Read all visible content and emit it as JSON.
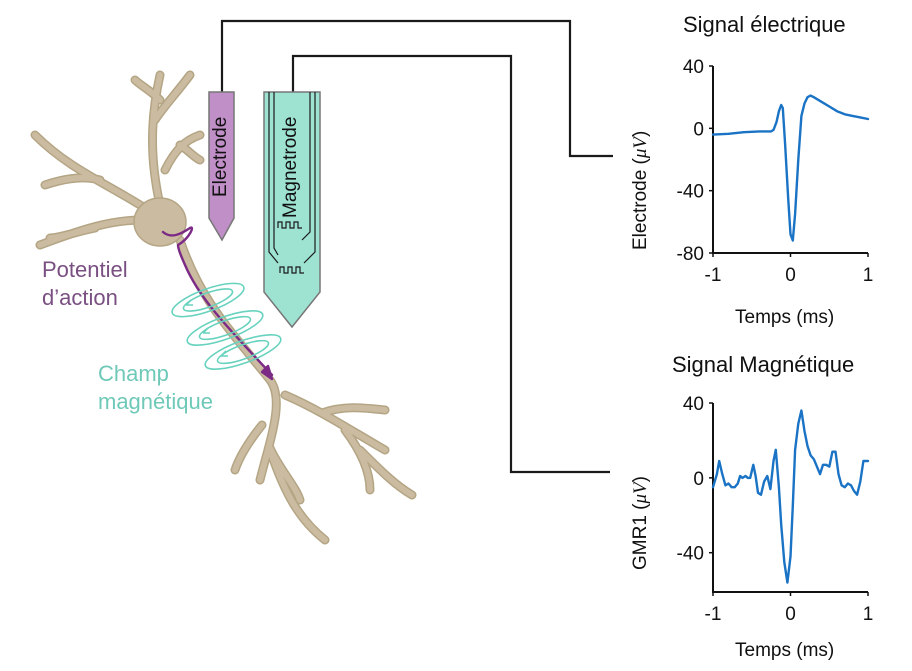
{
  "diagram": {
    "probes": {
      "electrode": {
        "label": "Electrode",
        "color": "#c08fc7"
      },
      "magnetrode": {
        "label": "Magnetrode",
        "color": "#9ee3d2"
      }
    },
    "annotations": {
      "action_potential": [
        "Potentiel",
        "d’action"
      ],
      "magnetic_field": [
        "Champ",
        "magnétique"
      ]
    },
    "colors": {
      "neuron": "#cbbba0",
      "neuron_outline": "#b4a585",
      "action_potential": "#7b2a86",
      "magnetic_field": "#67d2bd",
      "wire": "#1a1a1a",
      "signal_trace": "#1a73c4"
    }
  },
  "chart_data": [
    {
      "type": "line",
      "title": "Signal électrique",
      "xlabel": "Temps (ms)",
      "ylabel": "Electrode",
      "ylabel_unit": "μV",
      "xlim": [
        -1,
        1
      ],
      "ylim": [
        -80,
        40
      ],
      "xticks": [
        "-1",
        "0",
        "1"
      ],
      "yticks": [
        "40",
        "0",
        "-40",
        "-80"
      ],
      "ytick_values": [
        40,
        0,
        -40,
        -80
      ],
      "xtick_values": [
        -1,
        0,
        1
      ],
      "series": [
        {
          "name": "Electrode",
          "x": [
            -1.0,
            -0.8,
            -0.6,
            -0.4,
            -0.3,
            -0.25,
            -0.22,
            -0.18,
            -0.15,
            -0.12,
            -0.1,
            -0.07,
            -0.03,
            0.0,
            0.03,
            0.06,
            0.1,
            0.14,
            0.18,
            0.22,
            0.26,
            0.3,
            0.4,
            0.5,
            0.6,
            0.7,
            0.8,
            0.9,
            1.0
          ],
          "y": [
            -4,
            -3.5,
            -2.5,
            -2,
            -2,
            -2,
            -1,
            4,
            11,
            15,
            13,
            -10,
            -45,
            -68,
            -72,
            -55,
            -20,
            8,
            16,
            20,
            21,
            20,
            17,
            14,
            11,
            9,
            8,
            7,
            6
          ]
        }
      ]
    },
    {
      "type": "line",
      "title": "Signal Magnétique",
      "xlabel": "Temps (ms)",
      "ylabel": "GMR1",
      "ylabel_unit": "μV",
      "xlim": [
        -1,
        1
      ],
      "ylim": [
        -61,
        40
      ],
      "xticks": [
        "-1",
        "0",
        "1"
      ],
      "yticks": [
        "40",
        "0",
        "-40"
      ],
      "ytick_values": [
        40,
        0,
        -40
      ],
      "xtick_values": [
        -1,
        0,
        1
      ],
      "series": [
        {
          "name": "GMR1",
          "x": [
            -1.0,
            -0.95,
            -0.92,
            -0.88,
            -0.84,
            -0.8,
            -0.76,
            -0.72,
            -0.68,
            -0.65,
            -0.62,
            -0.58,
            -0.55,
            -0.52,
            -0.48,
            -0.45,
            -0.42,
            -0.38,
            -0.34,
            -0.3,
            -0.26,
            -0.22,
            -0.19,
            -0.15,
            -0.12,
            -0.08,
            -0.04,
            0.0,
            0.03,
            0.06,
            0.1,
            0.14,
            0.18,
            0.22,
            0.26,
            0.3,
            0.34,
            0.38,
            0.42,
            0.46,
            0.5,
            0.54,
            0.58,
            0.62,
            0.66,
            0.7,
            0.74,
            0.78,
            0.82,
            0.86,
            0.9,
            0.94,
            0.97,
            1.0
          ],
          "y": [
            -5,
            2,
            9,
            2,
            -4,
            -3,
            -5,
            -5,
            -3,
            1,
            0,
            1,
            0,
            0,
            7,
            1,
            -8,
            -9,
            -2,
            1,
            -6,
            9,
            15,
            -5,
            -25,
            -45,
            -56,
            -42,
            -15,
            15,
            29,
            36,
            25,
            17,
            12,
            10,
            6,
            2,
            7,
            7,
            6,
            14,
            14,
            2,
            -4,
            -5,
            -3,
            -4,
            -7,
            -9,
            -2,
            9,
            9,
            9
          ]
        }
      ]
    }
  ]
}
